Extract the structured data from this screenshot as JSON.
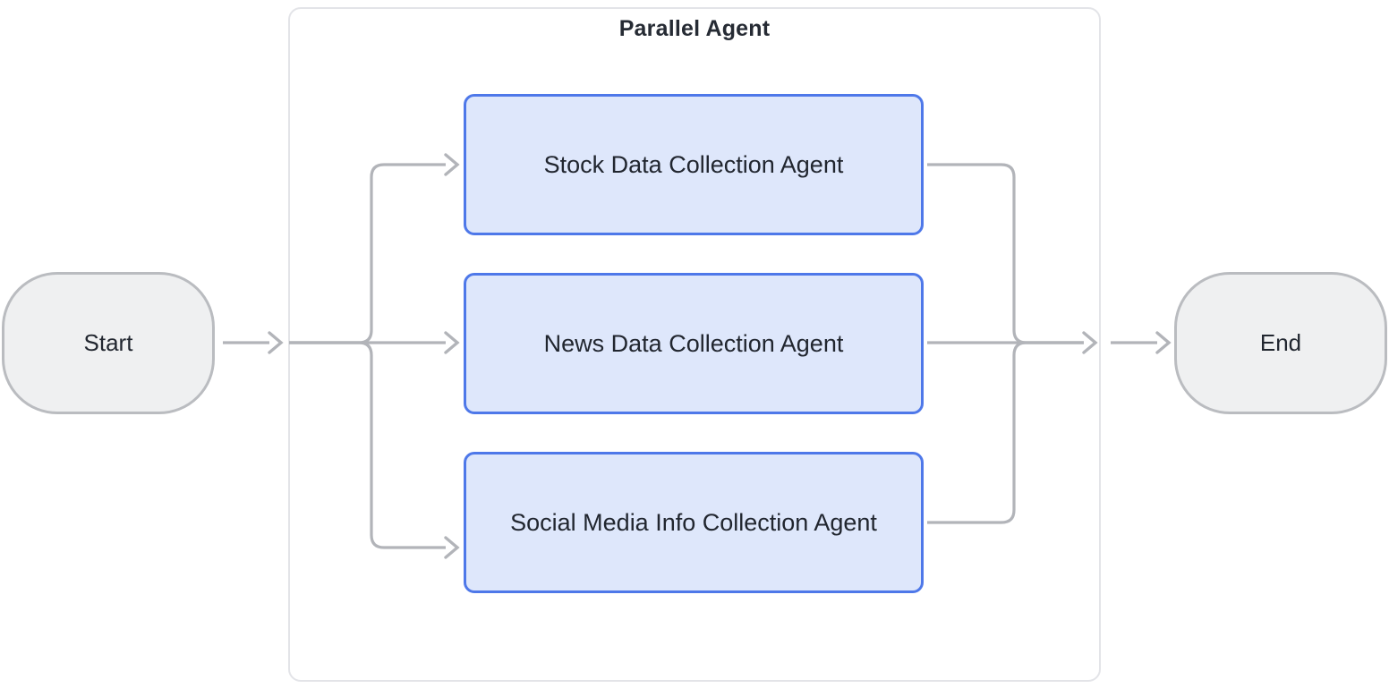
{
  "diagram": {
    "title": "Parallel Agent",
    "nodes": {
      "start": {
        "label": "Start"
      },
      "end": {
        "label": "End"
      },
      "agents": [
        {
          "label": "Stock Data Collection Agent"
        },
        {
          "label": "News Data Collection Agent"
        },
        {
          "label": "Social Media Info Collection Agent"
        }
      ]
    },
    "colors": {
      "agent_fill": "#dee7fb",
      "agent_border": "#4e78e9",
      "terminal_fill": "#eff0f1",
      "terminal_border": "#babcc0",
      "edge": "#b2b4b9",
      "container_border": "#e3e4e8",
      "node_text": "#21262f",
      "title_text": "#262b34"
    }
  }
}
